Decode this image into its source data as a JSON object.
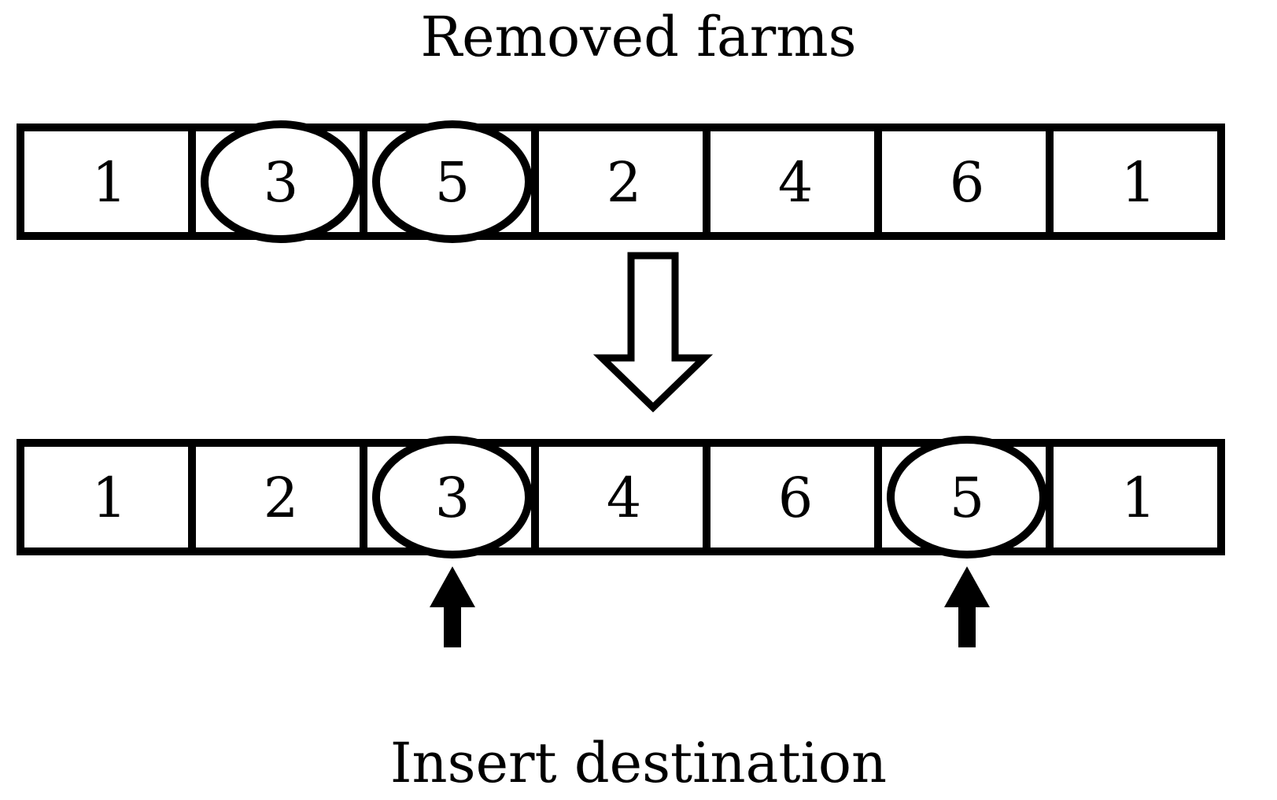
{
  "top_caption": "Removed farms",
  "bottom_caption": "Insert destination",
  "rows": [
    {
      "id": "before",
      "cells": [
        "1",
        "3",
        "5",
        "2",
        "4",
        "6",
        "1"
      ],
      "circled": [
        1,
        2
      ]
    },
    {
      "id": "after",
      "cells": [
        "1",
        "2",
        "3",
        "4",
        "6",
        "5",
        "1"
      ],
      "circled": [
        2,
        5
      ]
    }
  ],
  "insert_markers": [
    2,
    5
  ],
  "colors": {
    "ink": "#000000",
    "background": "#ffffff"
  }
}
